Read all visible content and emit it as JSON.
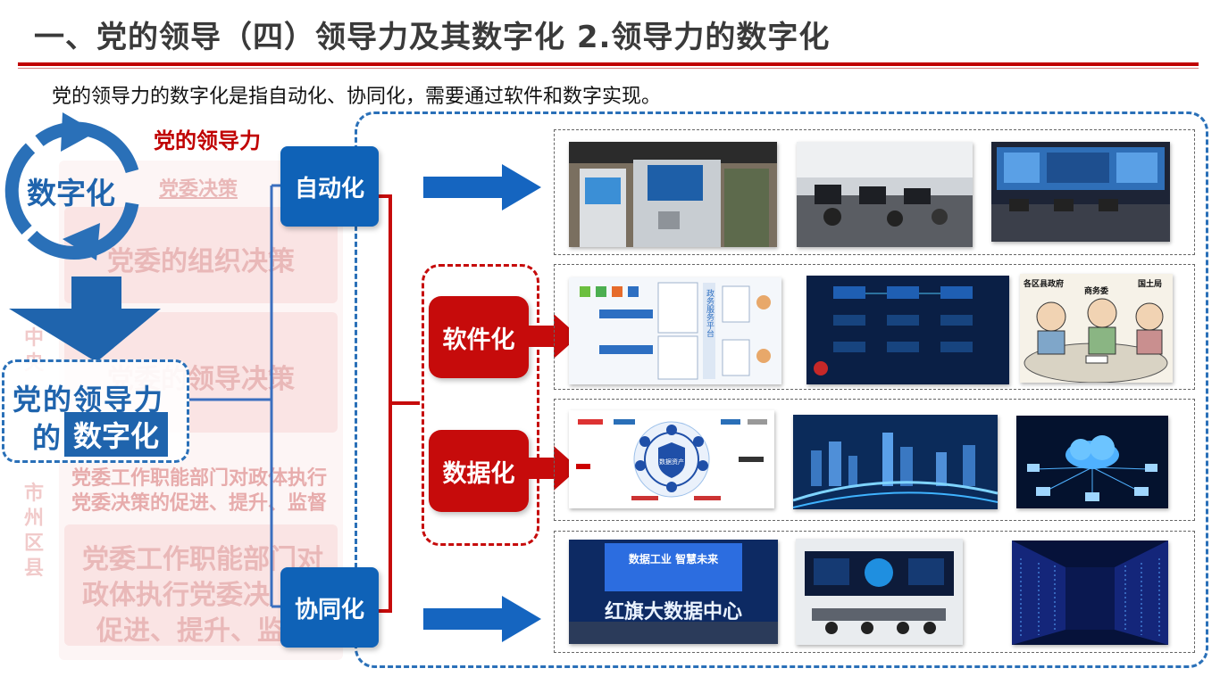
{
  "slide": {
    "title": "一、党的领导（四）领导力及其数字化 2.领导力的数字化",
    "subtitle": "党的领导力的数字化是指自动化、协同化，需要通过软件和数字实现。"
  },
  "left_panel": {
    "cycle_label": "数字化",
    "red_heading": "党的领导力",
    "leadership_line1": "党的领导力",
    "leadership_line2_prefix": "的",
    "leadership_line2_highlight": "数字化",
    "ghost_texts": {
      "decision": "党委决策",
      "org_decision": "党委的组织决策",
      "leader_decision": "党委的领导决策",
      "promote1": "党委工作职能部门对政体执行",
      "promote2": "党委决策的促进、提升、监督",
      "big1": "党委工作职能部门对",
      "big2": "政体执行党委决",
      "big3": "促进、提升、监",
      "side_top": "中央",
      "side_bottom": "市州区县"
    }
  },
  "nodes": {
    "automation": "自动化",
    "collaboration": "协同化",
    "software": "软件化",
    "data": "数据化"
  },
  "images": {
    "row1": [
      "self-service-terminal-photo",
      "office-workstations-photo",
      "control-room-photo"
    ],
    "row2": [
      "government-service-platform-diagram",
      "digital-dashboard-screen",
      "county-government-meeting-cartoon"
    ],
    "row3": [
      "data-hub-partner-diagram",
      "city-night-skyline-photo",
      "cloud-network-illustration"
    ],
    "row4": [
      "big-data-center-stage-photo",
      "monitoring-command-center-photo",
      "server-room-photo"
    ]
  },
  "image_texts": {
    "stage_banner": "红旗大数据中心",
    "stage_top": "数据工业 智慧未来",
    "cartoon_labels": [
      "各区县政府",
      "商务委",
      "国土局"
    ],
    "hub_center": "数据资产",
    "platform_title": "政务服务平台"
  },
  "colors": {
    "brand_blue": "#0f62b7",
    "brand_red": "#c60b0b",
    "title_rule": "#c00000"
  }
}
